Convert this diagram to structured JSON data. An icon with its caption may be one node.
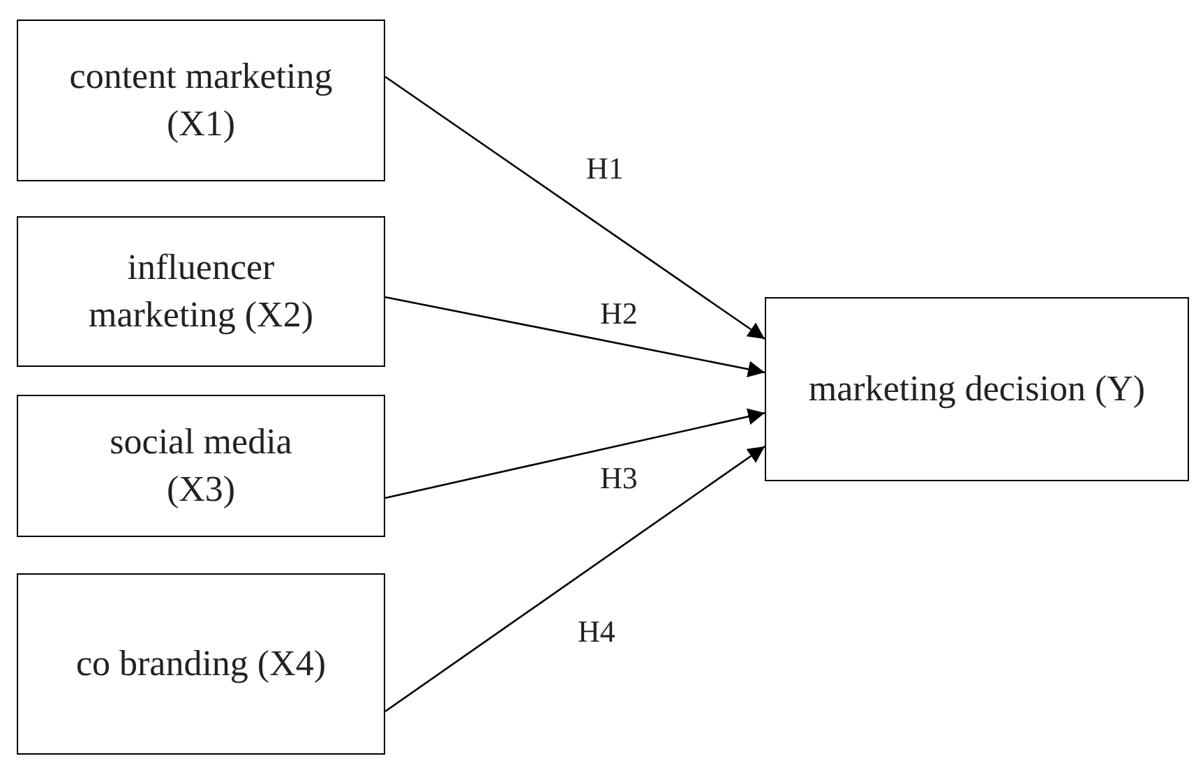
{
  "diagram": {
    "nodes": [
      {
        "text": [
          "content marketing (X1)"
        ]
      },
      {
        "text": [
          "influencer marketing (X2)"
        ]
      },
      {
        "text": [
          "social media (X3)"
        ]
      },
      {
        "text": [
          "co branding (X4)"
        ]
      },
      {
        "text": [
          "marketing decision (Y)"
        ]
      }
    ],
    "edges": [
      {
        "from": 0,
        "to": 4,
        "arrow": "to",
        "label": "H1"
      },
      {
        "from": 1,
        "to": 4,
        "arrow": "to",
        "label": "H2"
      },
      {
        "from": 2,
        "to": 4,
        "arrow": "to",
        "label": "H3"
      },
      {
        "from": 3,
        "to": 4,
        "arrow": "to",
        "label": "H4"
      }
    ]
  }
}
